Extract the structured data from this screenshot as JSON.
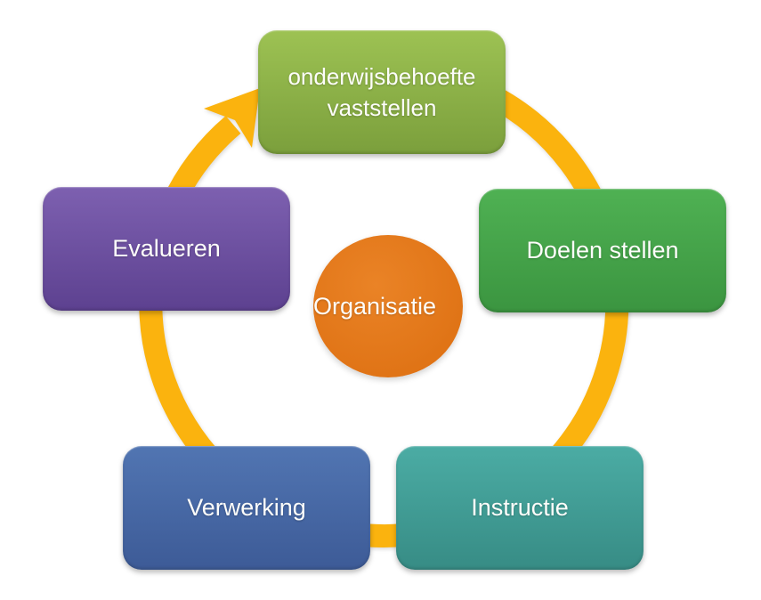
{
  "diagram": {
    "type": "cycle",
    "ring": {
      "color": "#FBB30E",
      "direction": "clockwise"
    },
    "center": {
      "label": "Organisatie",
      "color_top": "#EA8326",
      "color_bottom": "#DC6E10",
      "text_color": "#FFFFFF"
    },
    "nodes": [
      {
        "position": "top",
        "label": "onderwijsbehoefte vaststellen",
        "color_top": "#9DC253",
        "color_bottom": "#7B9F3C",
        "text_color": "#FFFFFF"
      },
      {
        "position": "right",
        "label": "Doelen stellen",
        "color_top": "#4FB153",
        "color_bottom": "#3B9540",
        "text_color": "#FFFFFF"
      },
      {
        "position": "bottom-right",
        "label": "Instructie",
        "color_top": "#4BACA4",
        "color_bottom": "#378C85",
        "text_color": "#FFFFFF"
      },
      {
        "position": "bottom-left",
        "label": "Verwerking",
        "color_top": "#5175B2",
        "color_bottom": "#3D5B97",
        "text_color": "#FFFFFF"
      },
      {
        "position": "left",
        "label": "Evalueren",
        "color_top": "#7D60B0",
        "color_bottom": "#5D4190",
        "text_color": "#FFFFFF"
      }
    ]
  }
}
